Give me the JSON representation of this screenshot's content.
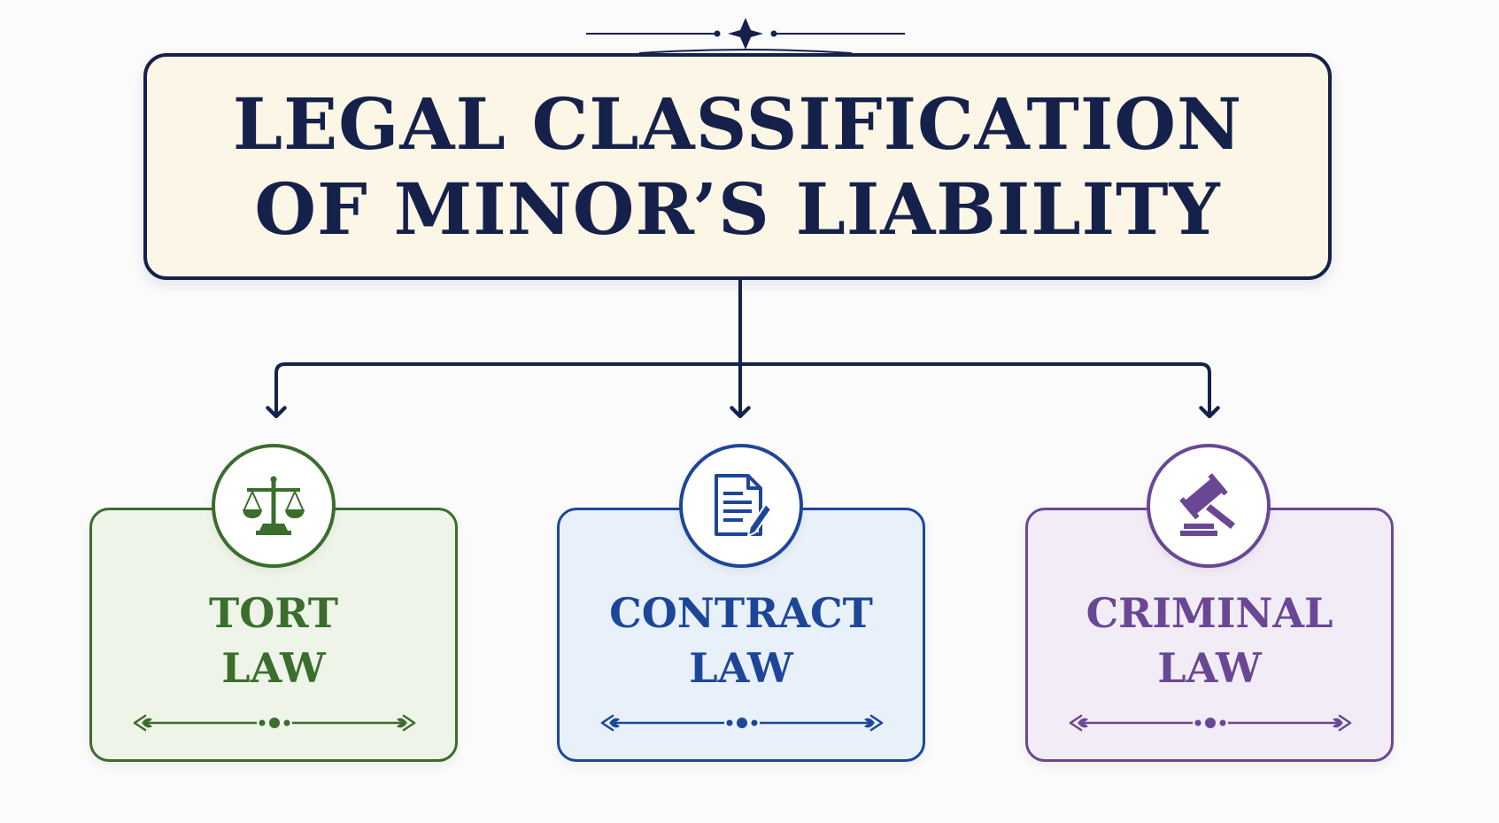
{
  "title": {
    "line1": "LEGAL CLASSIFICATION",
    "line2": "OF MINOR’S LIABILITY"
  },
  "categories": [
    {
      "line1": "TORT",
      "line2": "LAW",
      "icon": "scales-of-justice-icon",
      "color": "#3b6d2d",
      "background": "#eef5e8"
    },
    {
      "line1": "CONTRACT",
      "line2": "LAW",
      "icon": "contract-document-pen-icon",
      "color": "#1d4699",
      "background": "#e8f0fa"
    },
    {
      "line1": "CRIMINAL",
      "line2": "LAW",
      "icon": "gavel-icon",
      "color": "#6a4794",
      "background": "#f1ecf6"
    }
  ],
  "colors": {
    "navy": "#16214b",
    "title_background": "#fbf6e5",
    "page_background": "#fbfbfc"
  }
}
